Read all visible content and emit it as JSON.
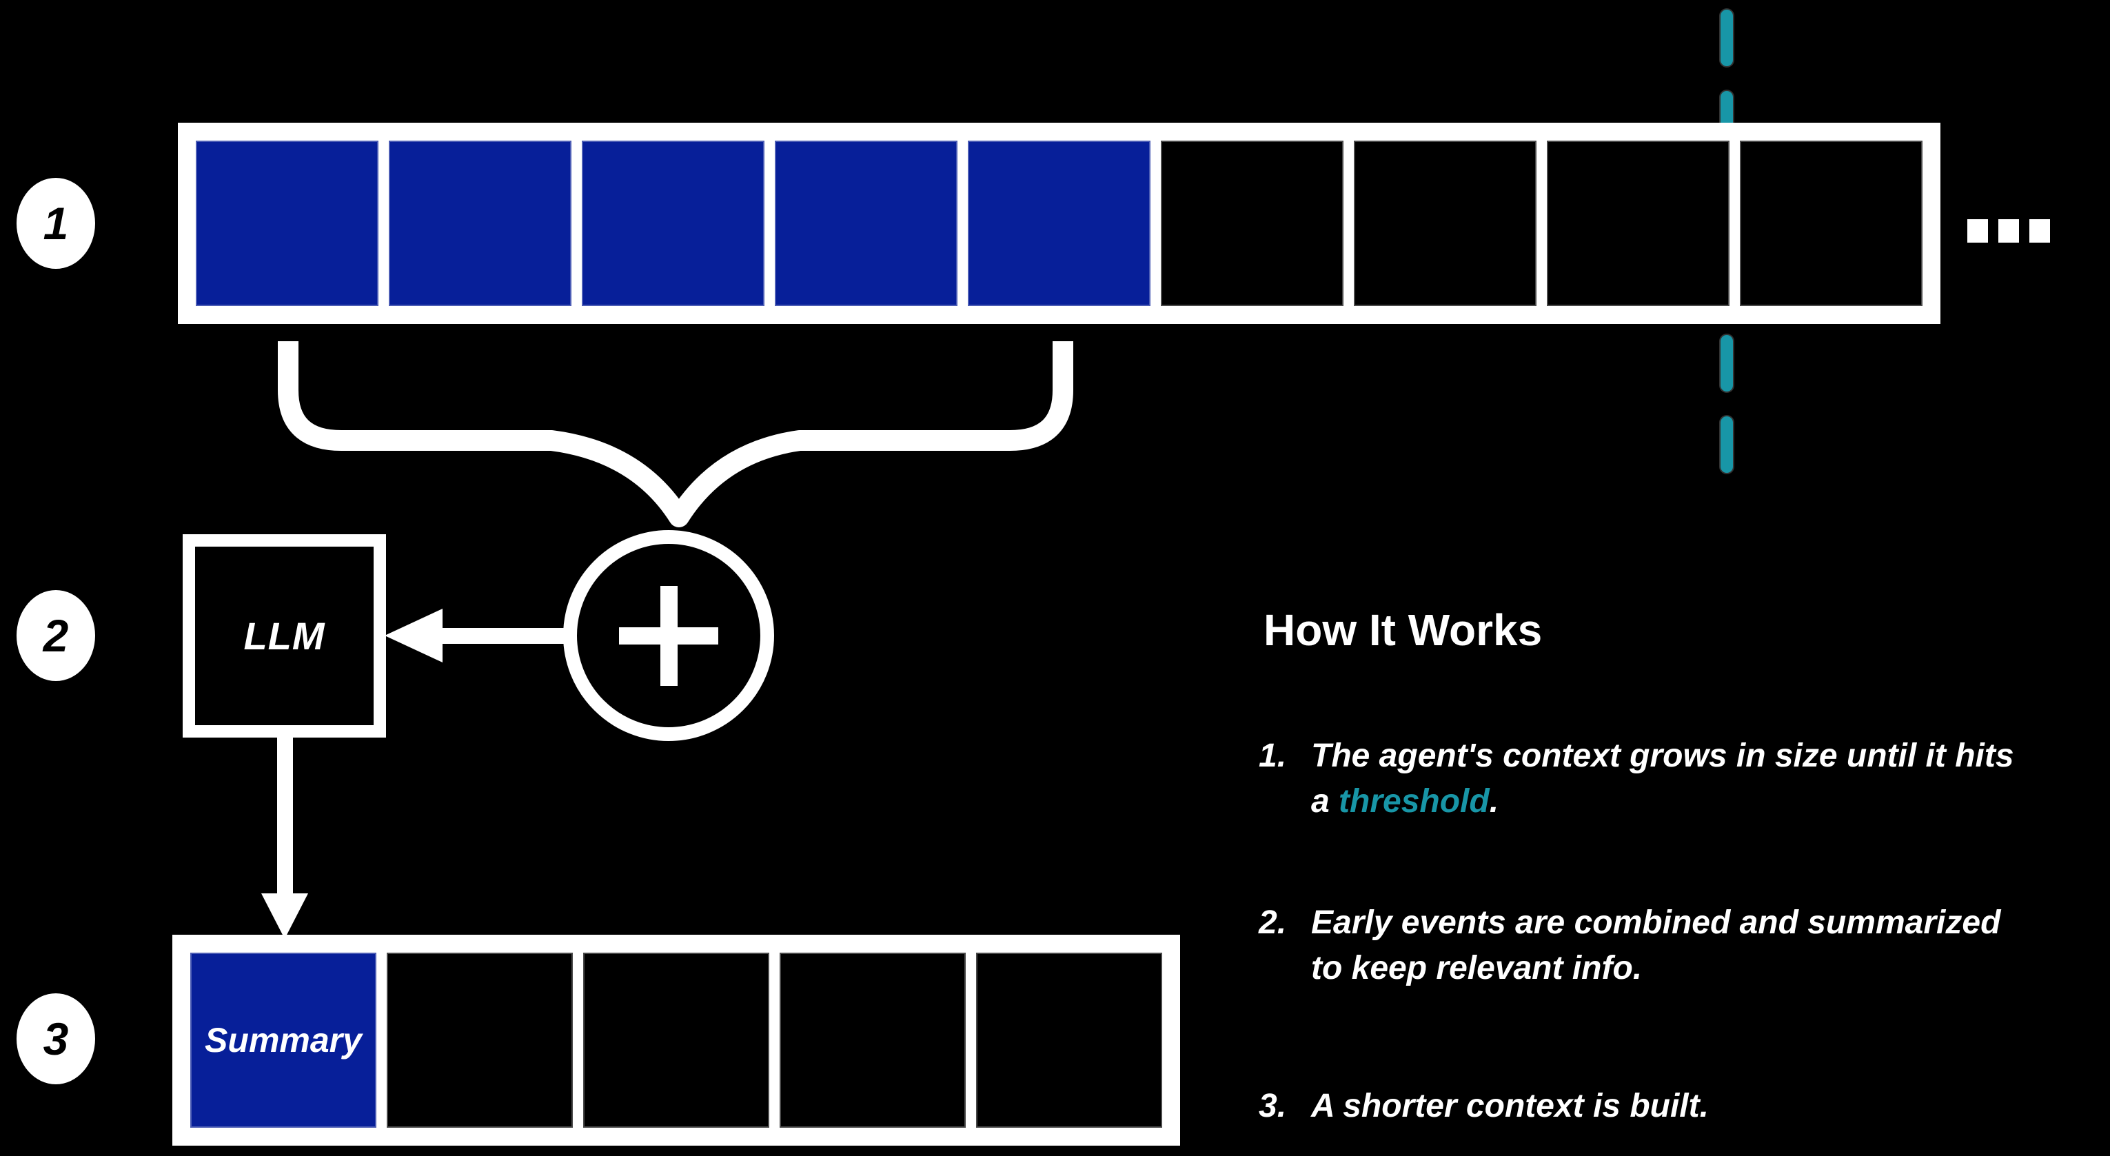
{
  "colors": {
    "blue": "#071f99",
    "teal": "#1896a7"
  },
  "markers": {
    "one": "1",
    "two": "2",
    "three": "3"
  },
  "context_row": {
    "total_boxes": 9,
    "highlighted_boxes": 5,
    "ellipsis_dots": 3
  },
  "threshold_line": {
    "dash_count": 6
  },
  "llm": {
    "label": "LLM"
  },
  "plus": {
    "symbol": "+"
  },
  "summary_row": {
    "total_boxes": 5,
    "summary_label": "Summary"
  },
  "how_it_works": {
    "title": "How It Works",
    "steps": [
      {
        "number": "1.",
        "text_before": "The agent's context grows in size until it hits a ",
        "highlight": "threshold",
        "text_after": "."
      },
      {
        "number": "2.",
        "text": "Early events are combined and summarized to keep relevant info."
      },
      {
        "number": "3.",
        "text": "A shorter context is built."
      }
    ]
  }
}
